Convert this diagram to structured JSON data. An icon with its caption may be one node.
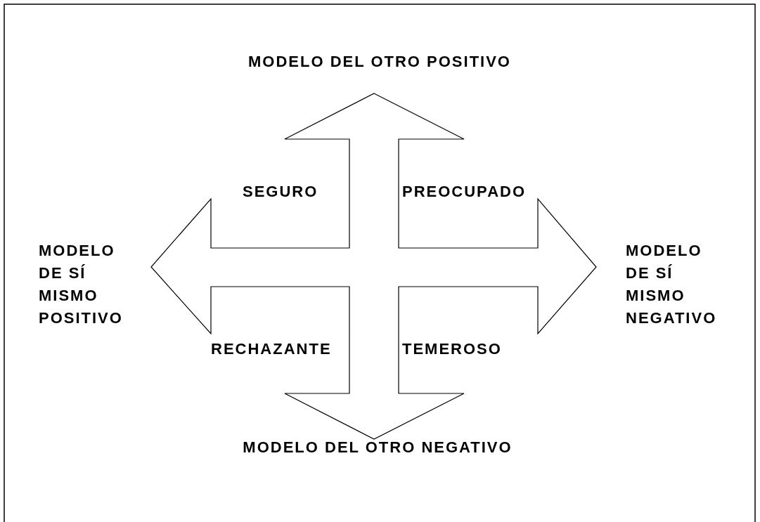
{
  "diagram": {
    "labels": [
      "MODELO DEL OTRO POSITIVO",
      "SEGURO",
      "PREOCUPADO",
      "MODELO DE SÍ MISMO POSITIVO",
      "MODELO DE SÍ MISMO NEGATIVO",
      "RECHAZANTE",
      "TEMEROSO",
      "MODELO DEL OTRO NEGATIVO"
    ]
  }
}
